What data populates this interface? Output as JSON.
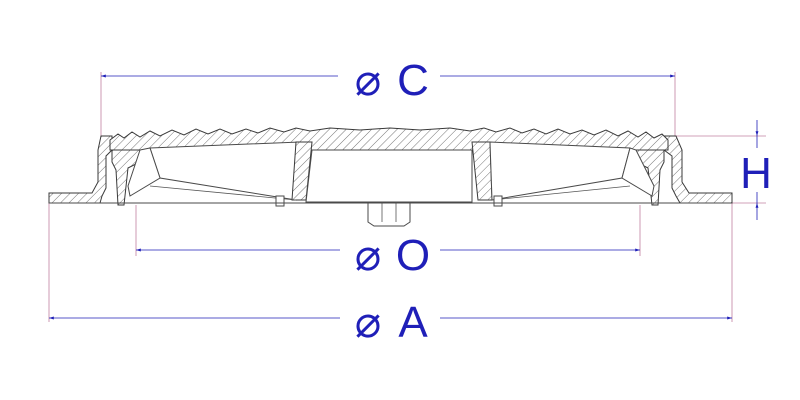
{
  "colors": {
    "dimension": "#1f1fb8",
    "dimension_line": "#1f1fb8",
    "extension_line": "#c080a0",
    "outline": "#4a4a4a",
    "hatch": "#555555",
    "background": "#ffffff"
  },
  "dimensions": {
    "c": {
      "symbol": "⌀",
      "letter": "C"
    },
    "o": {
      "symbol": "⌀",
      "letter": "O"
    },
    "a": {
      "symbol": "⌀",
      "letter": "A"
    },
    "h": {
      "letter": "H"
    }
  }
}
